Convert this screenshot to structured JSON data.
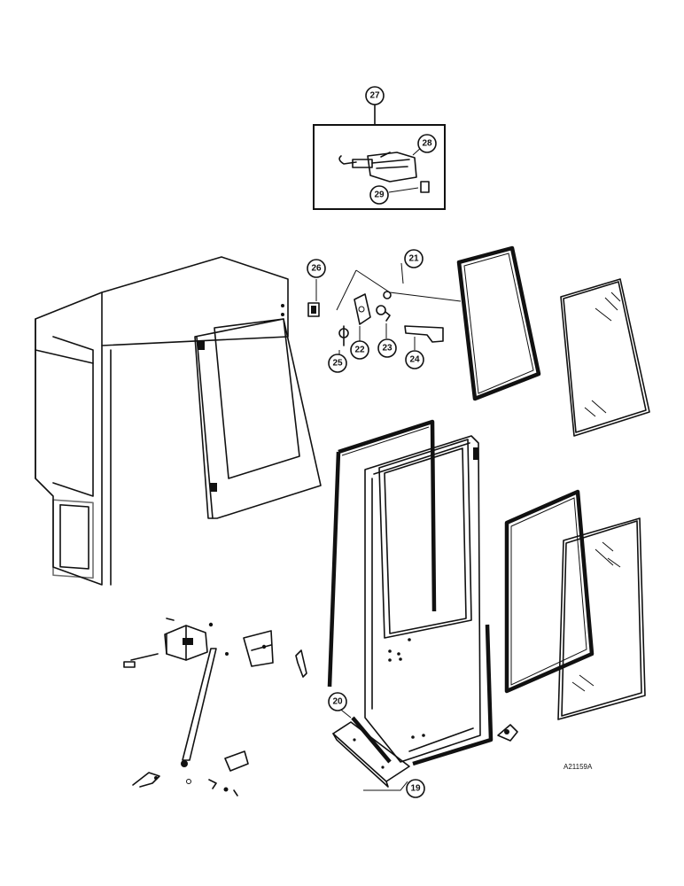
{
  "callouts": [
    {
      "id": "callout-27",
      "label": "27"
    },
    {
      "id": "callout-28",
      "label": "28"
    },
    {
      "id": "callout-29",
      "label": "29"
    },
    {
      "id": "callout-26",
      "label": "26"
    },
    {
      "id": "callout-21",
      "label": "21"
    },
    {
      "id": "callout-22",
      "label": "22"
    },
    {
      "id": "callout-23",
      "label": "23"
    },
    {
      "id": "callout-24",
      "label": "24"
    },
    {
      "id": "callout-25",
      "label": "25"
    },
    {
      "id": "callout-20",
      "label": "20"
    },
    {
      "id": "callout-19",
      "label": "19"
    }
  ],
  "drawing_code": "A21159A"
}
